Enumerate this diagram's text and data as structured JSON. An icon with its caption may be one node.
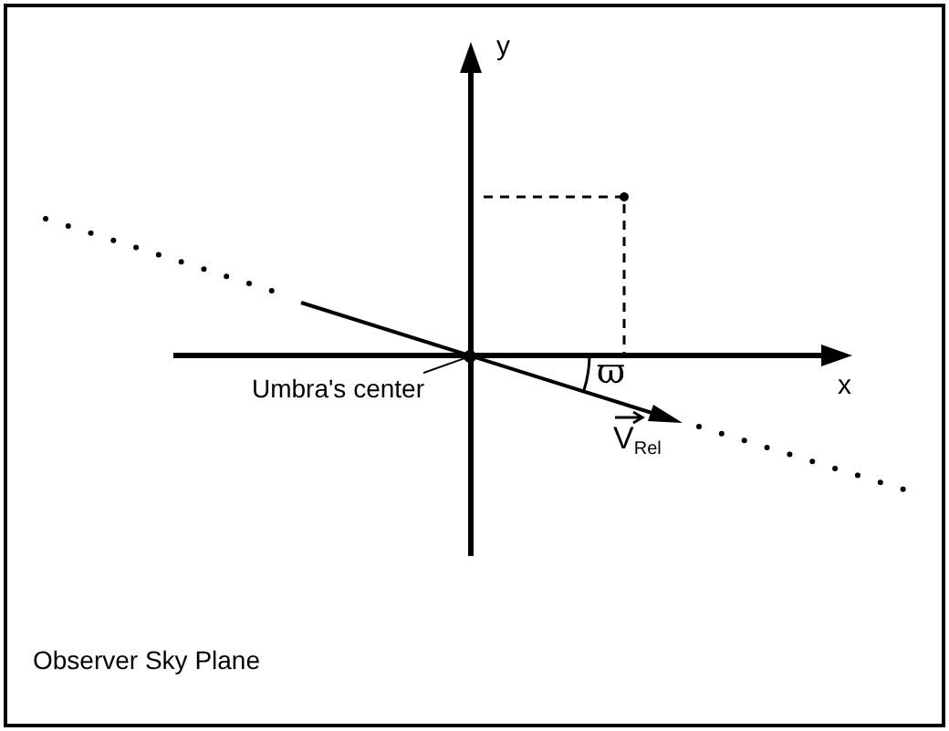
{
  "diagram": {
    "nodes": [
      {
        "text": [
          "Umbra's center"
        ]
      },
      {
        "text": [],
        "shape": "point"
      }
    ],
    "edges": [
      {
        "from": 0,
        "to": 1,
        "arrow": "none"
      }
    ],
    "labels": [
      "y",
      "ϖ",
      "x",
      "V$_{Rel}$",
      "Observer Sky Plane"
    ]
  }
}
